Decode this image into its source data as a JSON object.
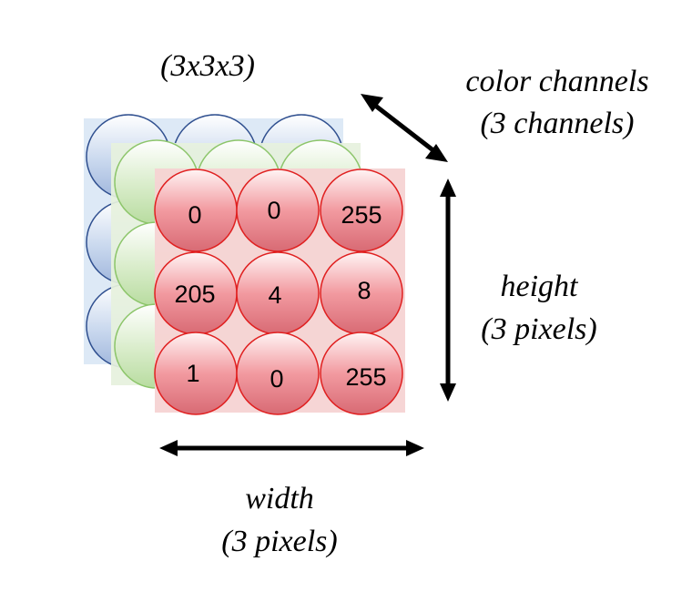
{
  "title": "(3x3x3)",
  "labels": {
    "color_channels": [
      "color channels",
      "(3 channels)"
    ],
    "height": [
      "height",
      "(3 pixels)"
    ],
    "width": [
      "width",
      "(3 pixels)"
    ]
  },
  "layers": {
    "blue": {
      "fill": "#dbe8f5",
      "circle_edge": "#2f4f8f"
    },
    "green": {
      "fill": "#e6f1de",
      "circle_edge": "#8cc56a"
    },
    "red": {
      "fill": "#f6d3d3",
      "circle_edge": "#e02020"
    }
  },
  "red_channel_values": [
    [
      "0",
      "0",
      "255"
    ],
    [
      "205",
      "4",
      "8"
    ],
    [
      "1",
      "0",
      "255"
    ]
  ],
  "arrow_color": "#000000"
}
